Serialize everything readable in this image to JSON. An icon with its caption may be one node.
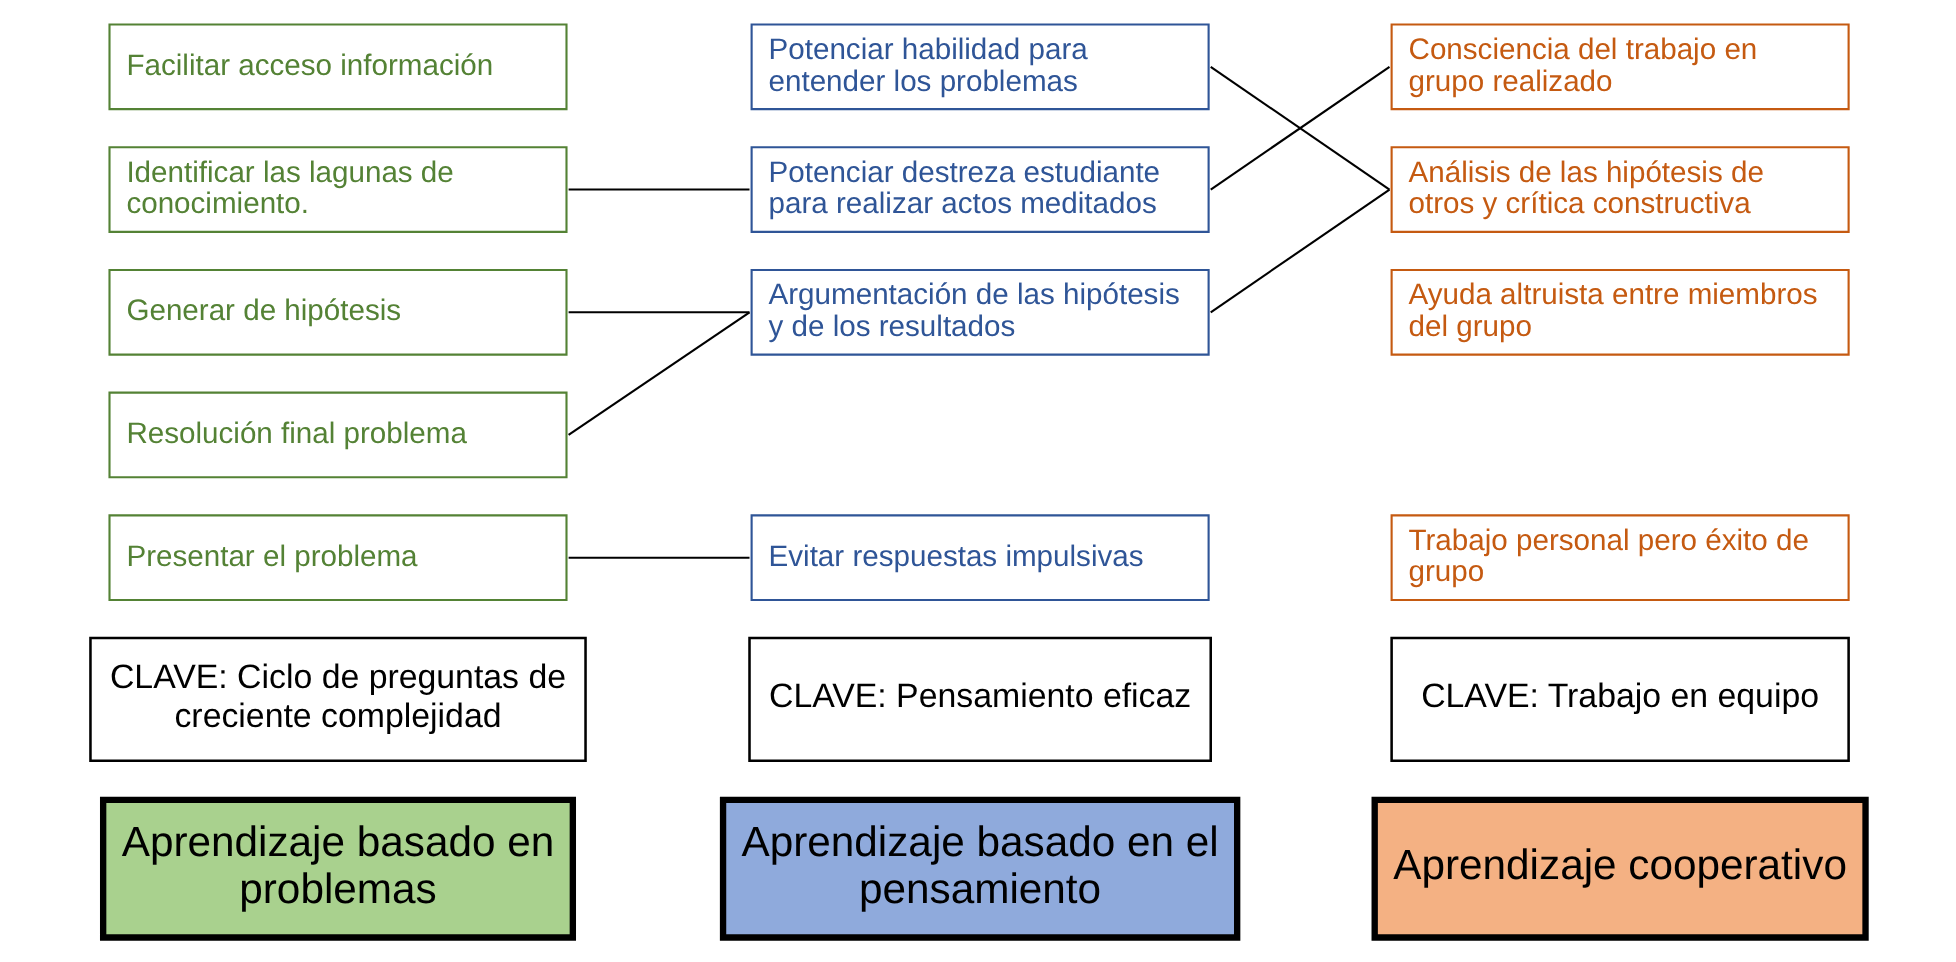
{
  "diagram": {
    "nodes": [
      {
        "text": [
          "Aprendizaje basado en problemas"
        ]
      },
      {
        "text": [
          "CLAVE: Ciclo de preguntas de creciente complejidad"
        ]
      },
      {
        "text": [
          "Presentar el problema"
        ]
      },
      {
        "text": [
          "Generar de hipótesis"
        ]
      },
      {
        "text": [
          "Identificar las lagunas de conocimiento."
        ]
      },
      {
        "text": [
          "Facilitar acceso información"
        ]
      },
      {
        "text": [
          "Resolución final problema"
        ]
      },
      {
        "text": [
          "Aprendizaje basado en el pensamiento"
        ]
      },
      {
        "text": [
          "CLAVE: Pensamiento eficaz"
        ]
      },
      {
        "text": [
          "Evitar respuestas impulsivas"
        ]
      },
      {
        "text": [
          "Potenciar destreza estudiante para realizar actos meditados"
        ]
      },
      {
        "text": [
          "Argumentación de las hipótesis y de los resultados"
        ]
      },
      {
        "text": [
          "Potenciar habilidad para entender los problemas"
        ]
      },
      {
        "text": [
          "Aprendizaje cooperativo"
        ]
      },
      {
        "text": [
          "CLAVE: Trabajo en equipo"
        ]
      },
      {
        "text": [
          "Trabajo personal pero éxito de grupo"
        ]
      },
      {
        "text": [
          "Análisis de las hipótesis de otros y crítica constructiva"
        ]
      },
      {
        "text": [
          "Ayuda altruista entre miembros del grupo"
        ]
      },
      {
        "text": [
          "Consciencia del trabajo en grupo realizado"
        ]
      }
    ],
    "edges": [
      {
        "from": 2,
        "to": 9,
        "arrow": "none"
      },
      {
        "from": 3,
        "to": 11,
        "arrow": "none"
      },
      {
        "from": 4,
        "to": 10,
        "arrow": "none"
      },
      {
        "from": 6,
        "to": 11,
        "arrow": "none"
      },
      {
        "from": 10,
        "to": 18,
        "arrow": "none"
      },
      {
        "from": 11,
        "to": 16,
        "arrow": "none"
      },
      {
        "from": 12,
        "to": 16,
        "arrow": "none"
      }
    ]
  }
}
